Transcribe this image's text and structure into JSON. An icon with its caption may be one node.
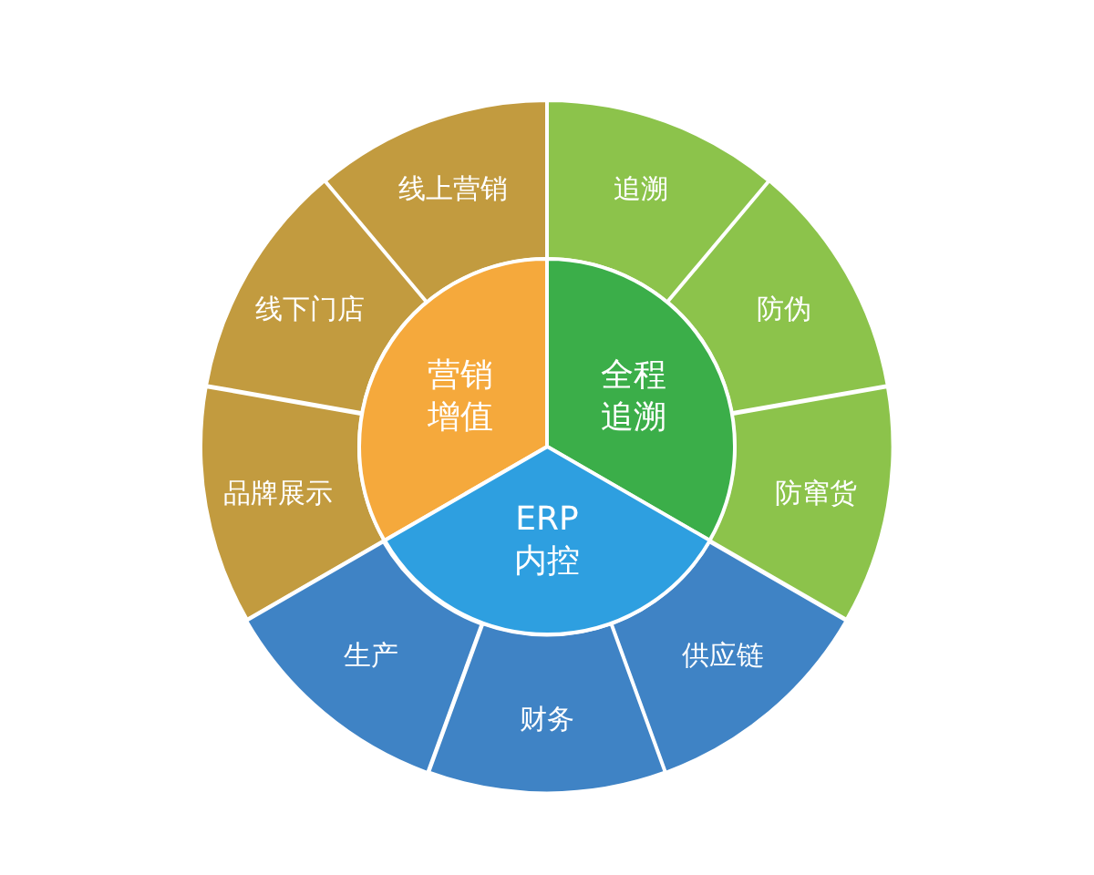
{
  "diagram": {
    "nodes": [
      {
        "text": [
          "营销增值"
        ]
      },
      {
        "text": [
          "全程追溯"
        ]
      },
      {
        "text": [
          "ERP内控"
        ]
      },
      {
        "text": [
          "线上营销"
        ]
      },
      {
        "text": [
          "追溯"
        ]
      },
      {
        "text": [
          "线下门店"
        ]
      },
      {
        "text": [
          "防伪"
        ]
      },
      {
        "text": [
          "品牌展示"
        ]
      },
      {
        "text": [
          "防窜货"
        ]
      },
      {
        "text": [
          "生产"
        ]
      },
      {
        "text": [
          "供应链"
        ]
      },
      {
        "text": [
          "财务"
        ]
      }
    ]
  }
}
